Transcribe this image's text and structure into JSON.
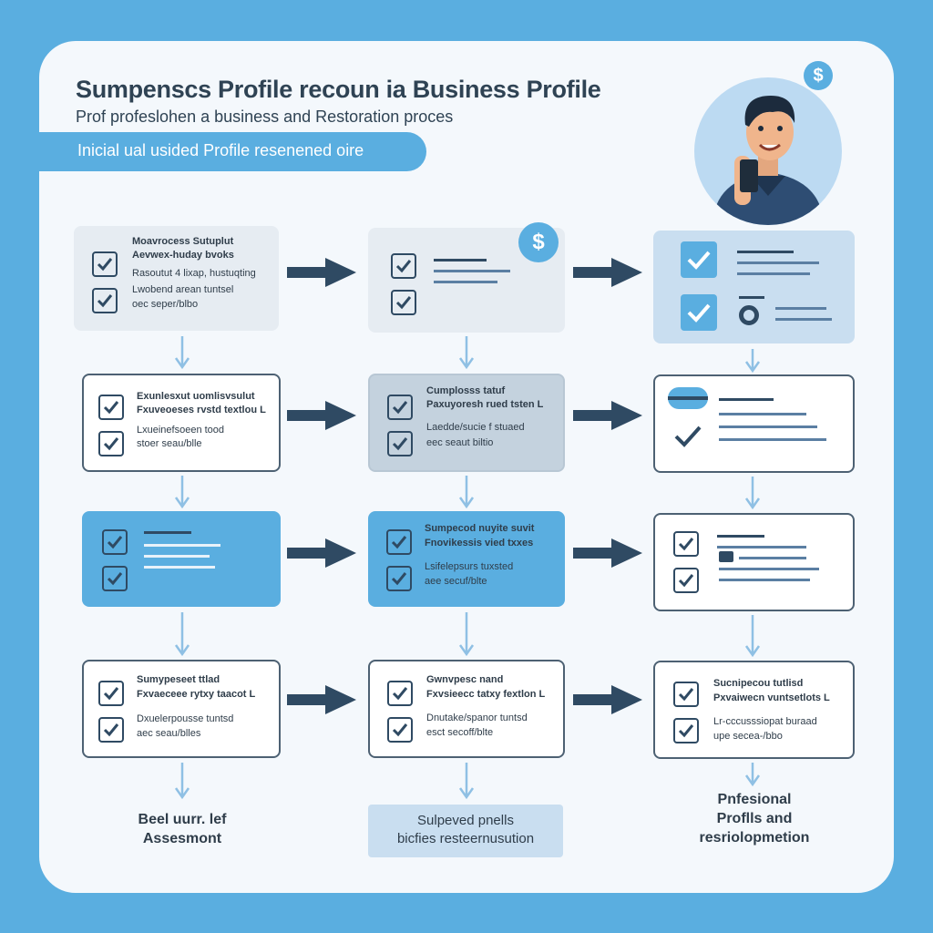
{
  "header": {
    "title": "Sumpenscs Profile recoun ia Business Profile",
    "subtitle": "Prof profeslohen a business and Restoration proces",
    "banner": "Inicial ual usided Profile resenened oire"
  },
  "colors": {
    "background": "#5aaee0",
    "panel": "#f4f8fc",
    "accent": "#5aaee0",
    "dark": "#2f4a63"
  },
  "cards": {
    "r1c1": {
      "t1": "Moavrocess Sutuplut",
      "t2": "Aevwex-huday bvoks",
      "t3": "Rasoutut 4 lixap, hustuqting",
      "t4": "Lwobend arean tuntsel",
      "t5": "oec seper/blbo"
    },
    "r2c1": {
      "t1": "Exunlesxut uomlisvsulut",
      "t2": "Fxuveoeses rvstd textlou L",
      "t3": "Lxueinefsoeen tood",
      "t4": "stoer seau/blle"
    },
    "r2c2": {
      "t1": "Cumplosss tatuf",
      "t2": "Paxuyoresh rued tsten L",
      "t3": "Laedde/sucie f stuaed",
      "t4": "eec seaut biltio"
    },
    "r3c2": {
      "t1": "Sumpecod nuyite suvit",
      "t2": "Fnovikessis vied txxes",
      "t3": "Lsifelepsurs tuxsted",
      "t4": "aee secuf/blte"
    },
    "r4c1": {
      "t1": "Sumypeseet ttlad",
      "t2": "Fxvaeceee rytxy taacot L",
      "t3": "Dxuelerpousse tuntsd",
      "t4": "aec seau/blles"
    },
    "r4c2": {
      "t1": "Gwnvpesc nand",
      "t2": "Fxvsieecc tatxy fextlon L",
      "t3": "Dnutake/spanor tuntsd",
      "t4": "esct secoff/blte"
    },
    "r4c3": {
      "t1": "Sucnipecou tutlisd",
      "t2": "Pxvaiwecn vuntsetlots L",
      "t3": "Lr-cccusssiopat buraad",
      "t4": "upe secea-/bbo"
    }
  },
  "bottom": {
    "left": "Beel uurr. lef\nAssesmont",
    "middle": "Sulpeved pnells\nbicfies resteernusution",
    "right": "Pnfesional\nProflls and\nresriolopmetion"
  },
  "icons": [
    "checkbox-icon",
    "dollar-icon",
    "arrow-right-icon",
    "arrow-down-icon",
    "donut-chart-icon",
    "toggle-icon"
  ]
}
